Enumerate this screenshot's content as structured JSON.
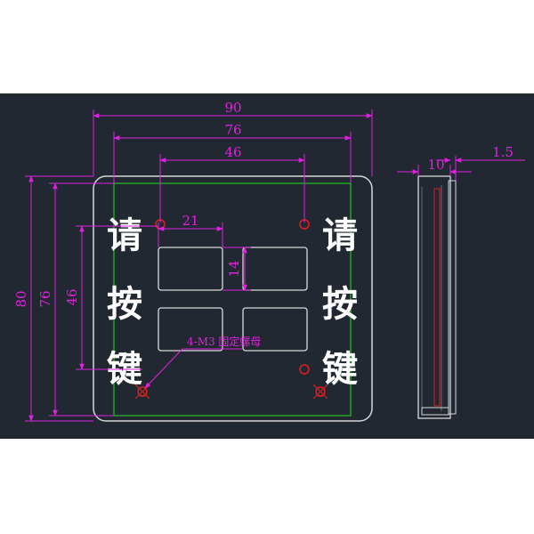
{
  "colors": {
    "canvas_bg": "#222831",
    "page_bg": "#ffffff",
    "outline": "#d8d8d8",
    "dimension": "#e020e0",
    "inner_frame": "#21c021",
    "hole": "#e02020",
    "label_white": "#ffffff",
    "side_red": "#c02020",
    "side_dark": "#6a6a6a"
  },
  "dimensions": {
    "width_total": "90",
    "width_mount": "76",
    "width_keys": "46",
    "key_width": "21",
    "key_height": "14",
    "height_total": "80",
    "height_mount": "76",
    "height_keys": "46",
    "depth": "10",
    "flange": "1.5"
  },
  "callout": {
    "label": "4-M3 固定螺母"
  },
  "side_text": {
    "left": [
      "请",
      "按",
      "键"
    ],
    "right": [
      "请",
      "按",
      "键"
    ]
  },
  "icons": [
    "mounting-hole-icon",
    "key-slot-icon"
  ]
}
